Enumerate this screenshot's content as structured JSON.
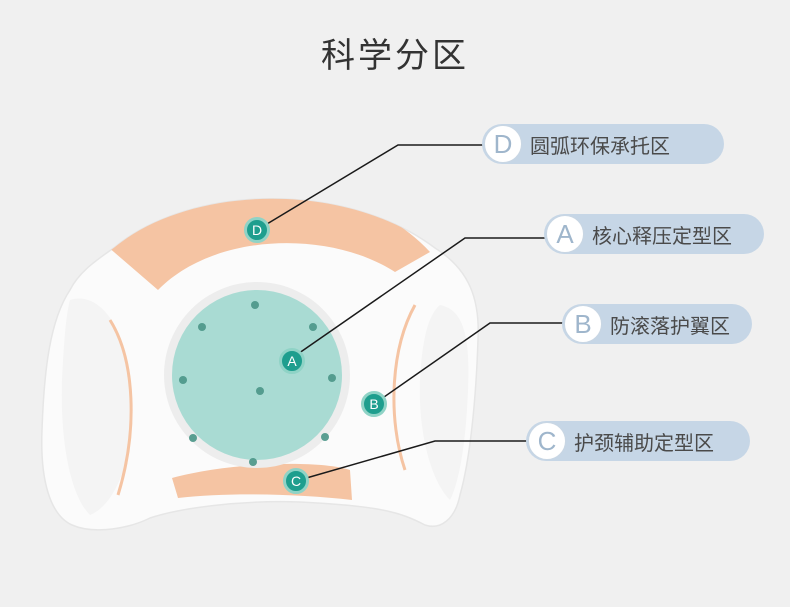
{
  "title": "科学分区",
  "colors": {
    "background": "#f0f0f0",
    "pillow": "#fbfbfb",
    "peach": "#f5c4a3",
    "core": "#a9dbd3",
    "marker": "#1e9e8e",
    "label_bg": "#c6d6e6"
  },
  "zones": [
    {
      "letter": "D",
      "label": "圆弧环保承托区"
    },
    {
      "letter": "A",
      "label": "核心释压定型区"
    },
    {
      "letter": "B",
      "label": "防滚落护翼区"
    },
    {
      "letter": "C",
      "label": "护颈辅助定型区"
    }
  ]
}
